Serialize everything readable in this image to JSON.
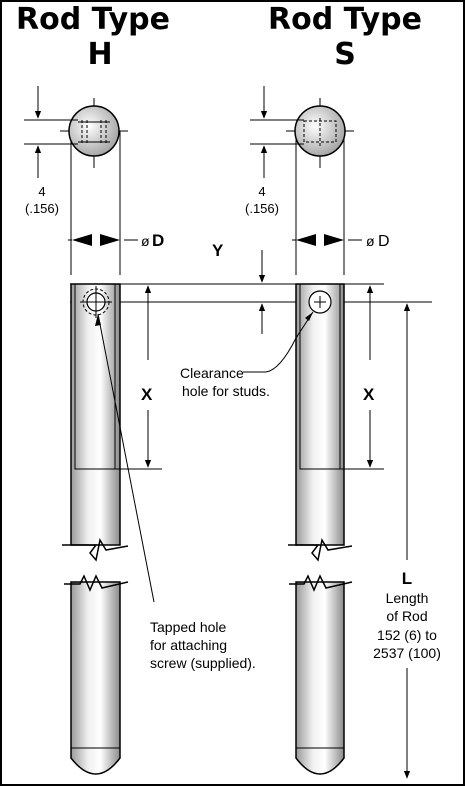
{
  "rod_h": {
    "title_line1": "Rod Type",
    "title_line2": "H",
    "dim_small": "4",
    "dim_small_in": "(.156)",
    "diameter_symbol": "ø",
    "diameter_label": "D",
    "x_label": "X"
  },
  "rod_s": {
    "title_line1": "Rod Type",
    "title_line2": "S",
    "dim_small": "4",
    "dim_small_in": "(.156)",
    "diameter_symbol": "ø",
    "diameter_label": "D",
    "x_label": "X"
  },
  "y_label": "Y",
  "clearance_note": {
    "line1": "Clearance",
    "line2": "hole for studs."
  },
  "tapped_note": {
    "line1": "Tapped hole",
    "line2": "for attaching",
    "line3": "screw (supplied)."
  },
  "length_note": {
    "label": "L",
    "line1": "Length",
    "line2": "of Rod",
    "line3": "152 (6) to",
    "line4": "2537 (100)"
  }
}
